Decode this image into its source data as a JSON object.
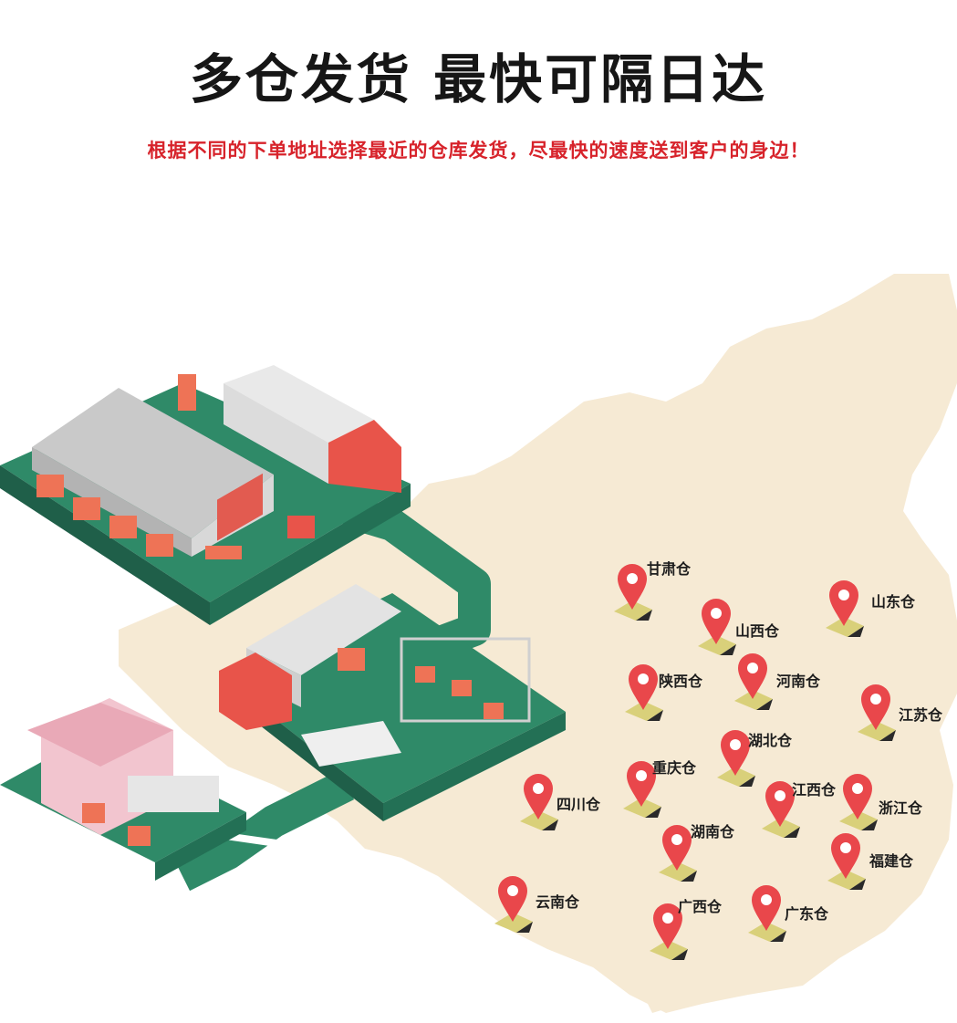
{
  "header": {
    "title": "多仓发货 最快可隔日达",
    "subtitle": "根据不同的下单地址选择最近的仓库发货，尽最快的速度送到客户的身边！"
  },
  "colors": {
    "title": "#161616",
    "subtitle": "#d7232b",
    "map_fill": "#f6ead4",
    "platform_green": "#2f8a68",
    "pin_red": "#e9474b",
    "box_orange": "#ee7356"
  },
  "warehouses": [
    {
      "id": "gansu",
      "label": "甘肃仓"
    },
    {
      "id": "shandong",
      "label": "山东仓"
    },
    {
      "id": "shanxi",
      "label": "山西仓"
    },
    {
      "id": "shaanxi",
      "label": "陕西仓"
    },
    {
      "id": "henan",
      "label": "河南仓"
    },
    {
      "id": "jiangsu",
      "label": "江苏仓"
    },
    {
      "id": "hubei",
      "label": "湖北仓"
    },
    {
      "id": "chongqing",
      "label": "重庆仓"
    },
    {
      "id": "sichuan",
      "label": "四川仓"
    },
    {
      "id": "jiangxi",
      "label": "江西仓"
    },
    {
      "id": "zhejiang",
      "label": "浙江仓"
    },
    {
      "id": "hunan",
      "label": "湖南仓"
    },
    {
      "id": "fujian",
      "label": "福建仓"
    },
    {
      "id": "yunnan",
      "label": "云南仓"
    },
    {
      "id": "guangxi",
      "label": "广西仓"
    },
    {
      "id": "guangdong",
      "label": "广东仓"
    }
  ]
}
